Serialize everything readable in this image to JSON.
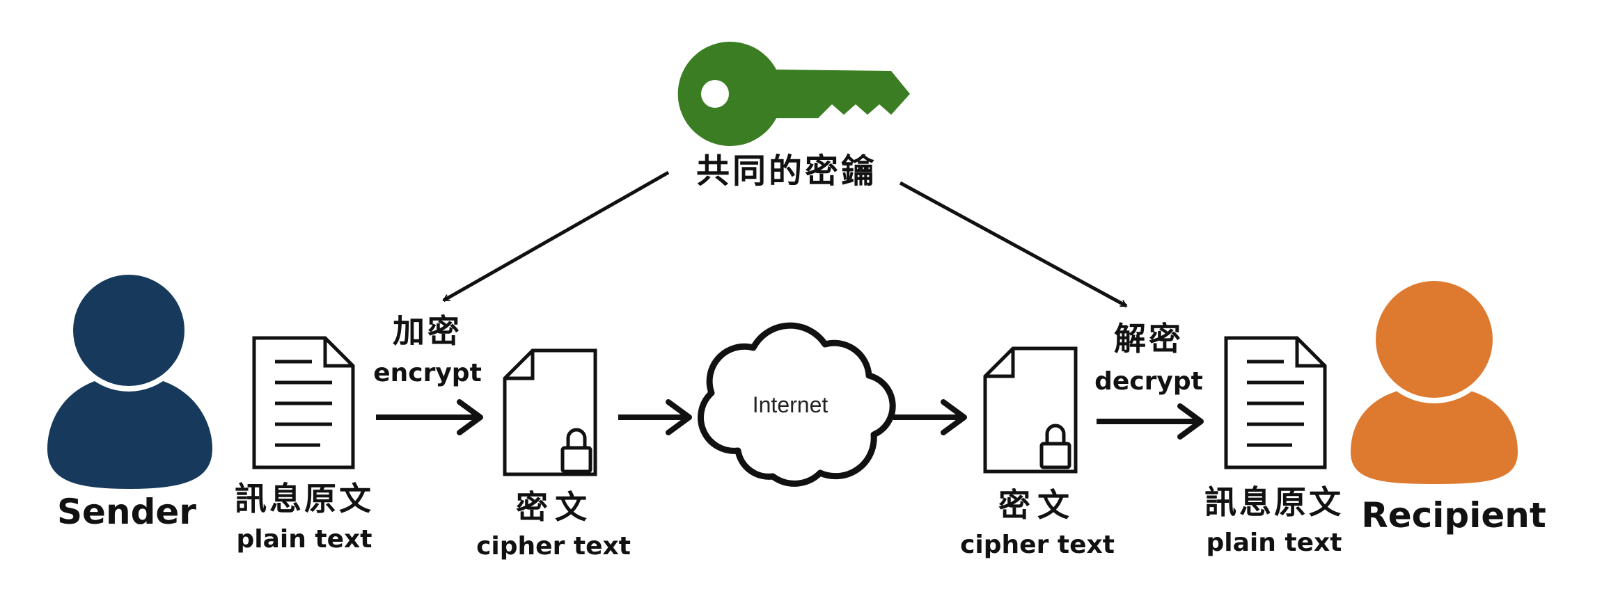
{
  "key": {
    "label": "共同的密鑰",
    "color": "#3a7d22"
  },
  "sender": {
    "label": "Sender",
    "color": "#173a5c"
  },
  "recipient": {
    "label": "Recipient",
    "color": "#de7a2f"
  },
  "encrypt": {
    "cn": "加密",
    "en": "encrypt"
  },
  "decrypt": {
    "cn": "解密",
    "en": "decrypt"
  },
  "plain_left": {
    "cn": "訊息原文",
    "en": "plain text"
  },
  "cipher_left": {
    "cn": "密文",
    "en": "cipher text"
  },
  "internet": {
    "label": "Internet"
  },
  "cipher_right": {
    "cn": "密文",
    "en": "cipher text"
  },
  "plain_right": {
    "cn": "訊息原文",
    "en": "plain text"
  }
}
